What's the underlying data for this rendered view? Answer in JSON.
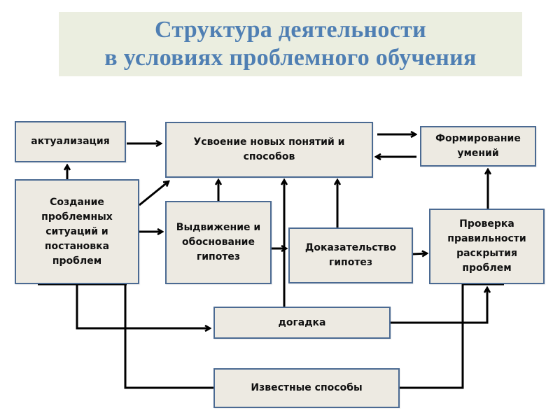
{
  "title": {
    "line1": "Структура деятельности",
    "line2": "в условиях проблемного обучения"
  },
  "colors": {
    "title_text": "#4f7fb3",
    "title_background": "#ebeee0",
    "node_fill": "#edeae2",
    "node_border": "#4b6a92",
    "connector": "#000000"
  },
  "nodes": {
    "actualization": "актуализация",
    "assimilation": "Усвоение новых понятий и\nспособов",
    "skills": "Формирование\nумений",
    "problem_creation": "Создание\nпроблемных\nситуаций и\nпостановка\nпроблем",
    "hypotheses": "Выдвижение и\nобоснование\nгипотез",
    "proof": "Доказательство\nгипотез",
    "verification": "Проверка\nправильности\nраскрытия\nпроблем",
    "guess": "догадка",
    "known_methods": "Известные способы"
  },
  "edges": [
    {
      "from": "problem_creation",
      "to": "actualization"
    },
    {
      "from": "actualization",
      "to": "assimilation"
    },
    {
      "from": "problem_creation",
      "to": "assimilation"
    },
    {
      "from": "problem_creation",
      "to": "hypotheses"
    },
    {
      "from": "assimilation",
      "to": "skills"
    },
    {
      "from": "skills",
      "to": "assimilation"
    },
    {
      "from": "hypotheses",
      "to": "assimilation"
    },
    {
      "from": "hypotheses",
      "to": "proof"
    },
    {
      "from": "guess",
      "to": "assimilation"
    },
    {
      "from": "proof",
      "to": "assimilation"
    },
    {
      "from": "proof",
      "to": "verification"
    },
    {
      "from": "verification",
      "to": "skills"
    },
    {
      "from": "problem_creation",
      "to": "guess"
    },
    {
      "from": "guess",
      "to": "verification"
    },
    {
      "from": "problem_creation",
      "to": "known_methods"
    },
    {
      "from": "known_methods",
      "to": "verification"
    }
  ]
}
